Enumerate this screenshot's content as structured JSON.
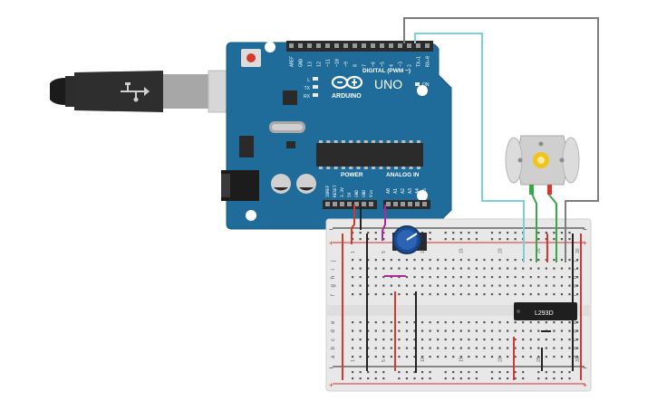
{
  "arduino": {
    "brand": "ARDUINO",
    "model": "UNO",
    "digital_header": "DIGITAL (PWM ~)",
    "digital_pins": [
      "AREF",
      "GND",
      "13",
      "12",
      "~11",
      "~10",
      "~9",
      "8",
      "7",
      "~6",
      "~5",
      "4",
      "~3",
      "2",
      "TX→1",
      "RX←0"
    ],
    "power_header": "POWER",
    "power_pins": [
      "IOREF",
      "RESET",
      "3.3V",
      "5V",
      "GND",
      "GND",
      "Vin"
    ],
    "analog_header": "ANALOG IN",
    "analog_pins": [
      "A0",
      "A1",
      "A2",
      "A3",
      "A4",
      "A5"
    ],
    "led_labels": [
      "L",
      "TX",
      "RX"
    ],
    "on_label": "ON",
    "colors": {
      "board": "#1f6b99",
      "header": "#2b2b2b"
    }
  },
  "breadboard": {
    "row_letters_top": [
      "j",
      "i",
      "h",
      "g",
      "f"
    ],
    "row_letters_bottom": [
      "e",
      "d",
      "c",
      "b",
      "a"
    ],
    "column_labels": [
      "1",
      "5",
      "10",
      "15",
      "20",
      "25",
      "30"
    ],
    "rail_plus": "+",
    "rail_minus": "−",
    "colors": {
      "body": "#e8e8e8",
      "rail_red": "#d0302f",
      "rail_black": "#222222"
    }
  },
  "chip": {
    "label": "L293D"
  },
  "motor": {
    "icon": "gear-icon"
  },
  "potentiometer": {
    "icon": "knob-icon"
  },
  "usb": {
    "icon": "usb-icon"
  },
  "wires": {
    "colors": {
      "gray": "#7d7d7d",
      "cyan": "#7ccfd9",
      "red": "#d33a2f",
      "black": "#222222",
      "green": "#3aa64a",
      "magenta": "#b0279a"
    }
  }
}
